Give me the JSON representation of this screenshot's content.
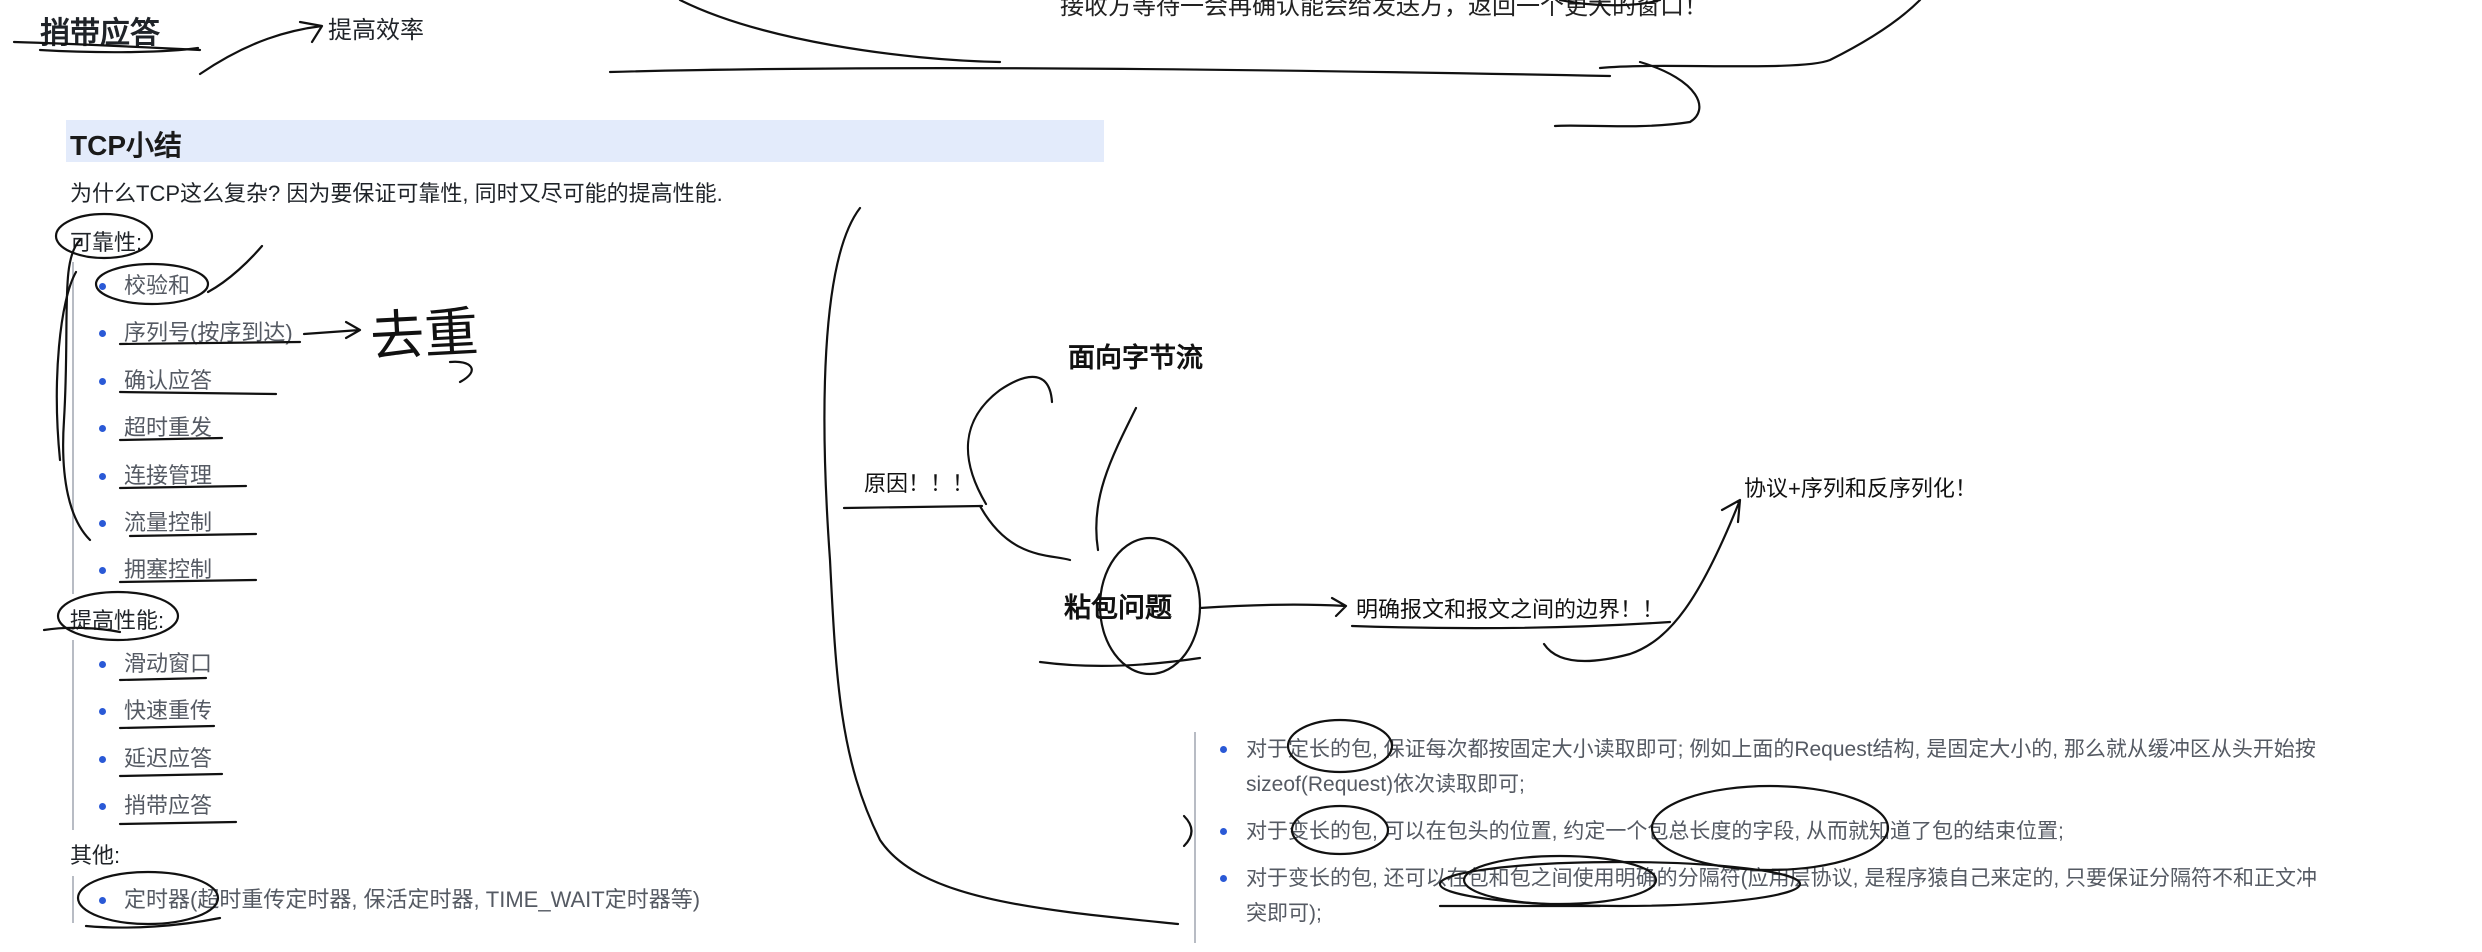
{
  "header": {
    "top_title": "捎带应答",
    "top_note": "提高效率",
    "clipped_text": "接收方等待一会再确认能会给发送方，返回一个更大的窗口！"
  },
  "section": {
    "title": "TCP小结",
    "intro": "为什么TCP这么复杂? 因为要保证可靠性, 同时又尽可能的提高性能."
  },
  "reliability": {
    "label": "可靠性:",
    "items": [
      "校验和",
      "序列号(按序到达)",
      "确认应答",
      "超时重发",
      "连接管理",
      "流量控制",
      "拥塞控制"
    ]
  },
  "performance": {
    "label": "提高性能:",
    "items": [
      "滑动窗口",
      "快速重传",
      "延迟应答",
      "捎带应答"
    ]
  },
  "others": {
    "label": "其他:",
    "items": [
      "定时器(超时重传定时器, 保活定时器, TIME_WAIT定时器等)"
    ]
  },
  "handwriting": {
    "note": "去重"
  },
  "mindmap": {
    "byte_stream": "面向字节流",
    "reason": "原因！！！",
    "sticky_packet": "粘包问题",
    "boundary": "明确报文和报文之间的边界！！",
    "protocol": "协议+序列和反序列化！"
  },
  "details": [
    "对于定长的包, 保证每次都按固定大小读取即可; 例如上面的Request结构, 是固定大小的, 那么就从缓冲区从头开始按sizeof(Request)依次读取即可;",
    "对于变长的包, 可以在包头的位置, 约定一个包总长度的字段, 从而就知道了包的结束位置;",
    "对于变长的包, 还可以在包和包之间使用明确的分隔符(应用层协议, 是程序猿自己来定的, 只要保证分隔符不和正文冲突即可);"
  ]
}
